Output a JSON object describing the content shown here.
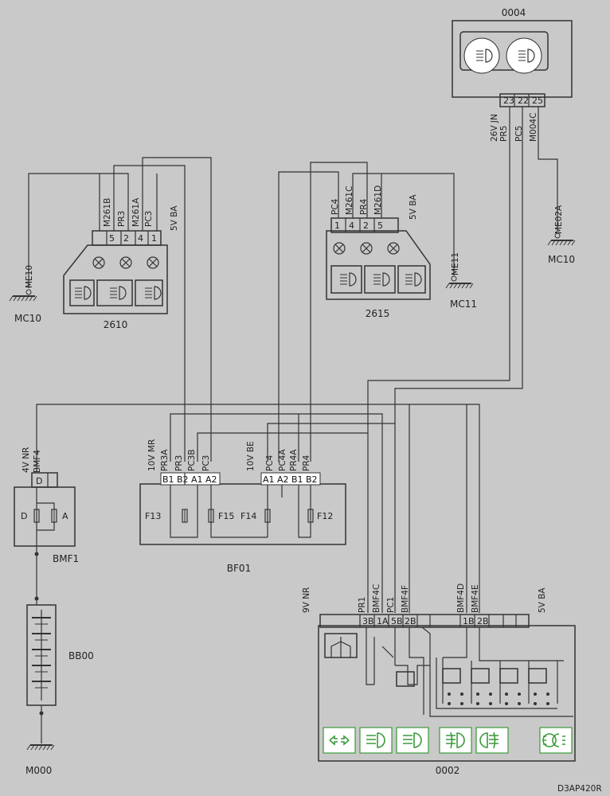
{
  "components": {
    "c0004": {
      "id": "0004",
      "pins": [
        "23",
        "22",
        "25"
      ],
      "wires": [
        "26V JN",
        "PR5",
        "PC5",
        "M004C"
      ]
    },
    "c2610": {
      "id": "2610",
      "pins": [
        "5",
        "2",
        "4",
        "1"
      ],
      "wires": [
        "M261B",
        "PR3",
        "M261A",
        "PC3"
      ],
      "connector": "5V BA"
    },
    "c2615": {
      "id": "2615",
      "pins": [
        "1",
        "4",
        "2",
        "5"
      ],
      "wires": [
        "PC4",
        "M261C",
        "PR4",
        "M261D"
      ],
      "connector": "5V BA"
    },
    "bmf1": {
      "id": "BMF1",
      "connector": "4V NR",
      "wire": "BMF4",
      "pin_top": "D",
      "left": "D",
      "right": "A"
    },
    "bf01": {
      "id": "BF01",
      "conn_left": "10V MR",
      "conn_right": "10V BE",
      "wires_left": [
        "PR3A",
        "PR3",
        "PC3B",
        "PC3"
      ],
      "wires_right": [
        "PC4",
        "PC4A",
        "PR4A",
        "PR4"
      ],
      "pins_left": [
        "B1",
        "B2",
        "A1",
        "A2"
      ],
      "pins_right": [
        "A1",
        "A2",
        "B1",
        "B2"
      ],
      "fuses": [
        "F13",
        "F15",
        "F14",
        "F12"
      ]
    },
    "bb00": {
      "id": "BB00"
    },
    "m000": {
      "id": "M000"
    },
    "c0002": {
      "id": "0002",
      "connector_left": "9V NR",
      "connector_right": "5V BA",
      "wires_left": [
        "PR1",
        "BMF4C",
        "PC1",
        "BMF4F"
      ],
      "pins_left": [
        "3B",
        "1A",
        "5B",
        "2B"
      ],
      "wires_right": [
        "BMF4D",
        "BMF4E"
      ],
      "pins_right": [
        "1B",
        "2B"
      ]
    }
  },
  "grounds": {
    "mc10_left": {
      "wire": "ME10",
      "label": "MC10"
    },
    "mc11": {
      "wire": "ME11",
      "label": "MC11"
    },
    "mc10_right": {
      "wire": "ME02A",
      "label": "MC10"
    }
  },
  "reference": "D3AP420R"
}
